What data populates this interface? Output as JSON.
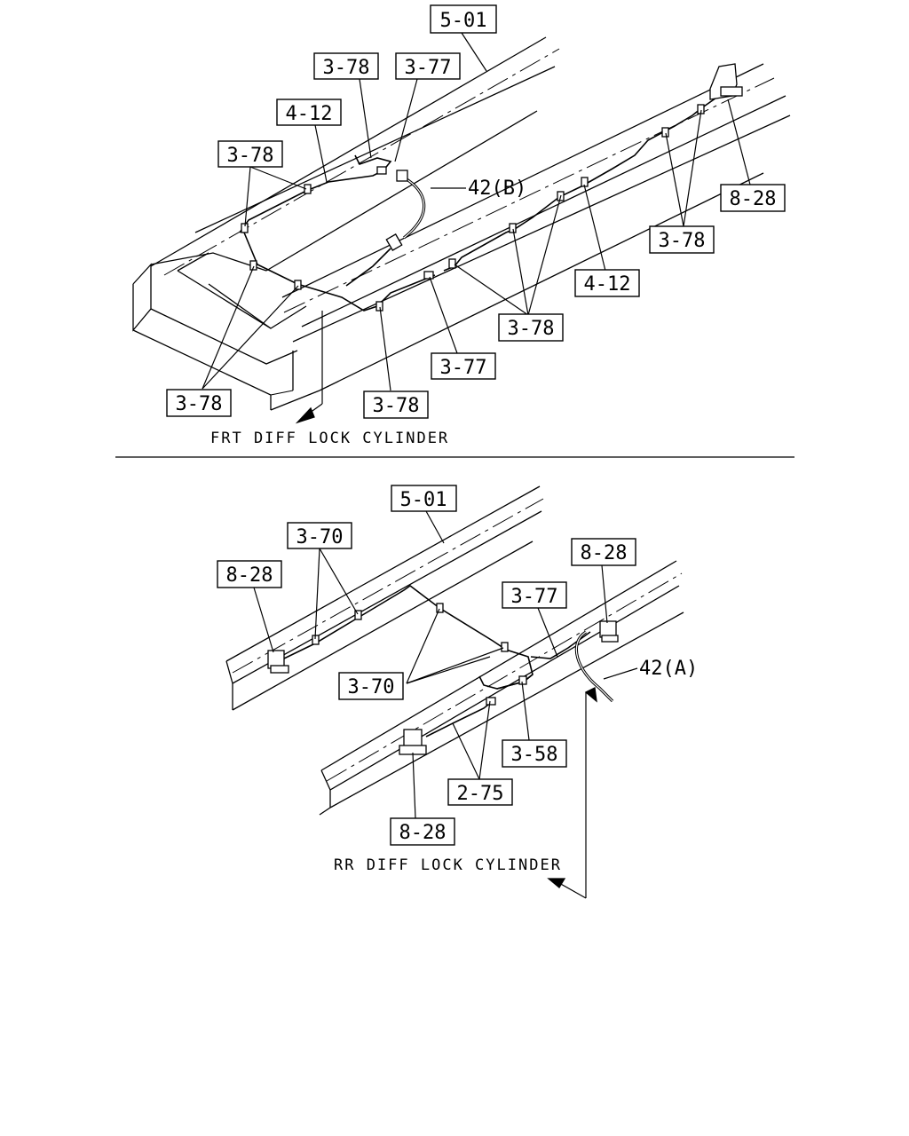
{
  "top_view": {
    "callouts": {
      "frame": "5-01",
      "clip_a": "3-78",
      "connector_a": "3-77",
      "pipe_a": "4-12",
      "clip_b": "3-78",
      "hose": "42(B)",
      "valve": "8-28",
      "clip_c": "3-78",
      "pipe_b": "4-12",
      "clip_d": "3-78",
      "connector_b": "3-77",
      "clip_e": "3-78",
      "clip_f": "3-78"
    },
    "caption": "FRT DIFF LOCK CYLINDER"
  },
  "bottom_view": {
    "callouts": {
      "frame": "5-01",
      "clip_a": "3-70",
      "valve_left": "8-28",
      "valve_right": "8-28",
      "connector": "3-77",
      "hose": "42(A)",
      "clip_b": "3-70",
      "fitting": "3-58",
      "tube": "2-75",
      "valve_bottom": "8-28"
    },
    "caption": "RR DIFF LOCK CYLINDER"
  }
}
